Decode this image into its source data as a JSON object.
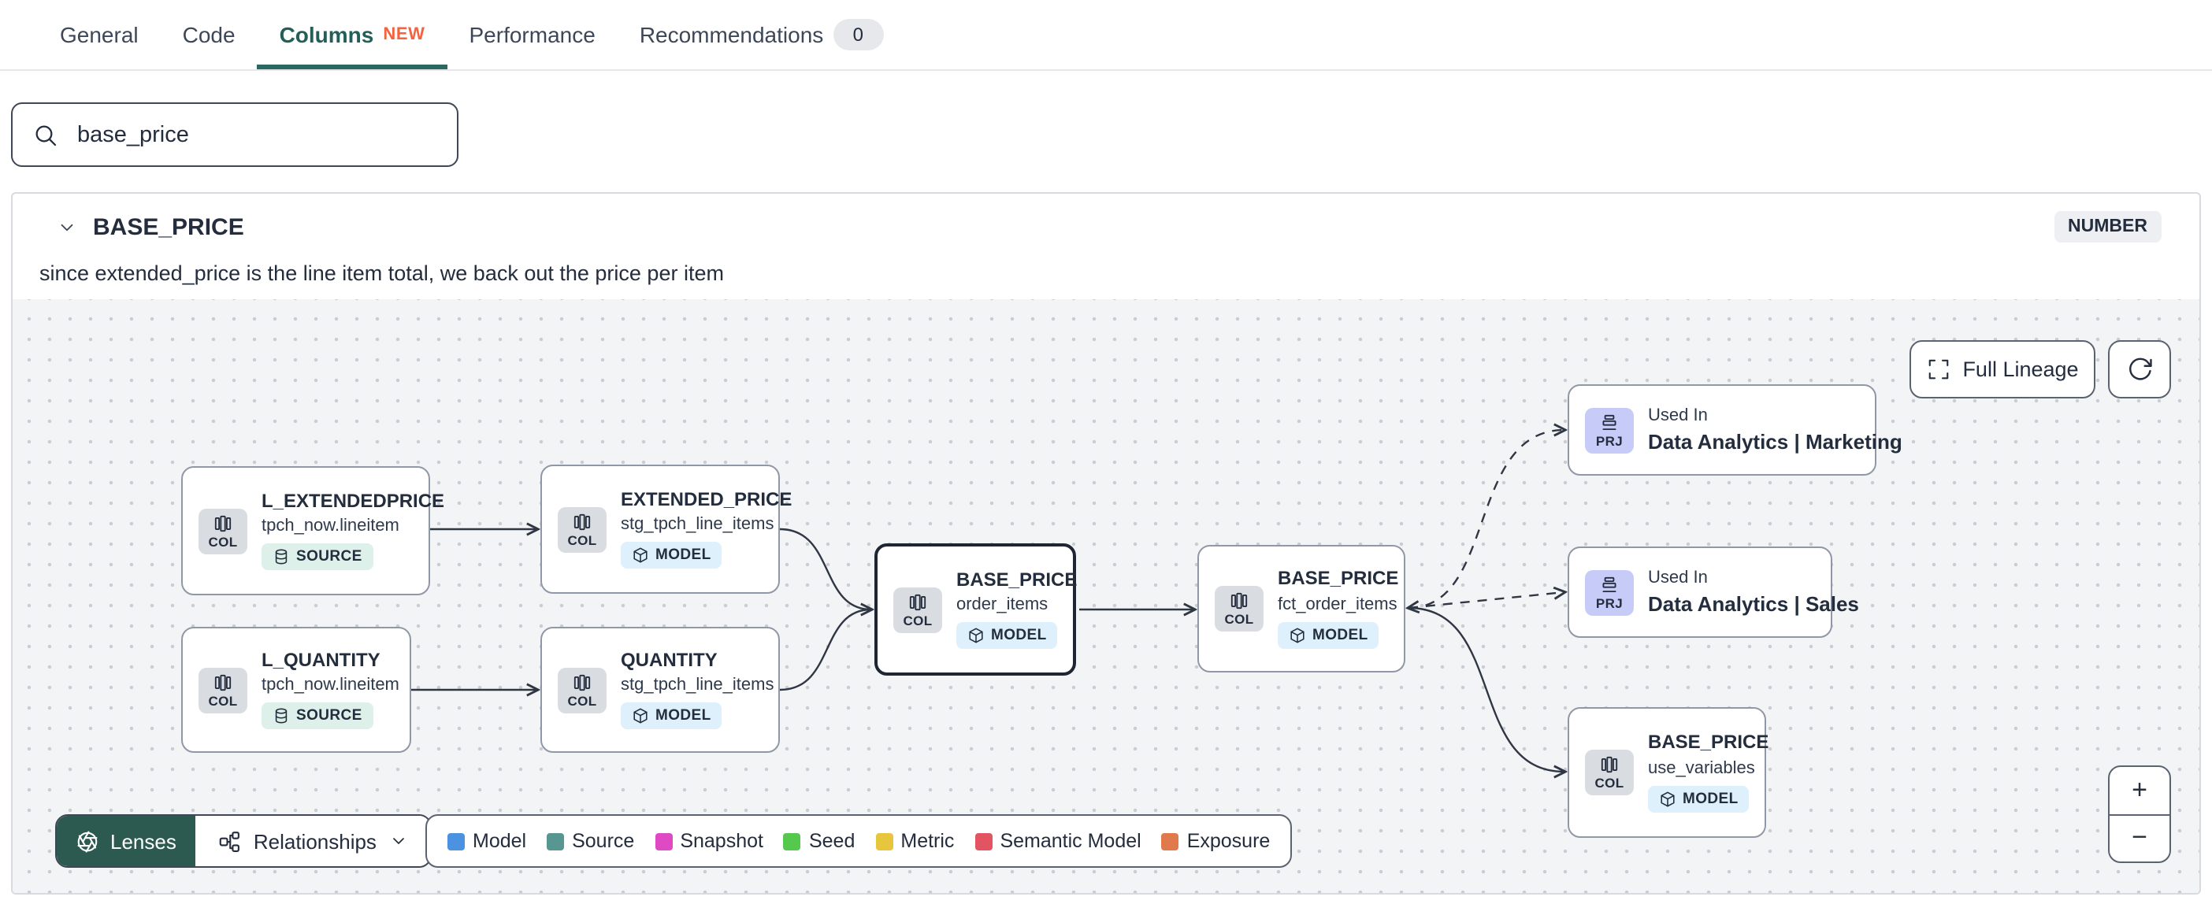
{
  "tabs": {
    "items": [
      {
        "label": "General"
      },
      {
        "label": "Code"
      },
      {
        "label": "Columns",
        "badge": "NEW"
      },
      {
        "label": "Performance"
      },
      {
        "label": "Recommendations",
        "count": "0"
      }
    ]
  },
  "search": {
    "value": "base_price"
  },
  "column_panel": {
    "name": "BASE_PRICE",
    "type_badge": "NUMBER",
    "description": "since extended_price is the line item total, we back out the price per item"
  },
  "lineage": {
    "controls": {
      "full_lineage_label": "Full Lineage",
      "refresh_icon": "⟳",
      "zoom_in": "+",
      "zoom_out": "−",
      "lenses_label": "Lenses",
      "relationships_label": "Relationships"
    },
    "legend": [
      {
        "label": "Model",
        "color": "#4b93e0"
      },
      {
        "label": "Source",
        "color": "#579691"
      },
      {
        "label": "Snapshot",
        "color": "#df49c4"
      },
      {
        "label": "Seed",
        "color": "#55c84e"
      },
      {
        "label": "Metric",
        "color": "#e7c53c"
      },
      {
        "label": "Semantic Model",
        "color": "#e35462"
      },
      {
        "label": "Exposure",
        "color": "#e0794b"
      }
    ],
    "nodes": [
      {
        "kind": "COL",
        "title": "L_EXTENDEDPRICE",
        "subtitle": "tpch_now.lineitem",
        "badge": "SOURCE"
      },
      {
        "kind": "COL",
        "title": "EXTENDED_PRICE",
        "subtitle": "stg_tpch_line_items",
        "badge": "MODEL"
      },
      {
        "kind": "COL",
        "title": "L_QUANTITY",
        "subtitle": "tpch_now.lineitem",
        "badge": "SOURCE"
      },
      {
        "kind": "COL",
        "title": "QUANTITY",
        "subtitle": "stg_tpch_line_items",
        "badge": "MODEL"
      },
      {
        "kind": "COL",
        "title": "BASE_PRICE",
        "subtitle": "order_items",
        "badge": "MODEL"
      },
      {
        "kind": "COL",
        "title": "BASE_PRICE",
        "subtitle": "fct_order_items",
        "badge": "MODEL"
      },
      {
        "kind": "PRJ",
        "title": "Used In",
        "subtitle": "Data Analytics | Marketing"
      },
      {
        "kind": "PRJ",
        "title": "Used In",
        "subtitle": "Data Analytics | Sales"
      },
      {
        "kind": "COL",
        "title": "BASE_PRICE",
        "subtitle": "use_variables",
        "badge": "MODEL"
      }
    ]
  }
}
